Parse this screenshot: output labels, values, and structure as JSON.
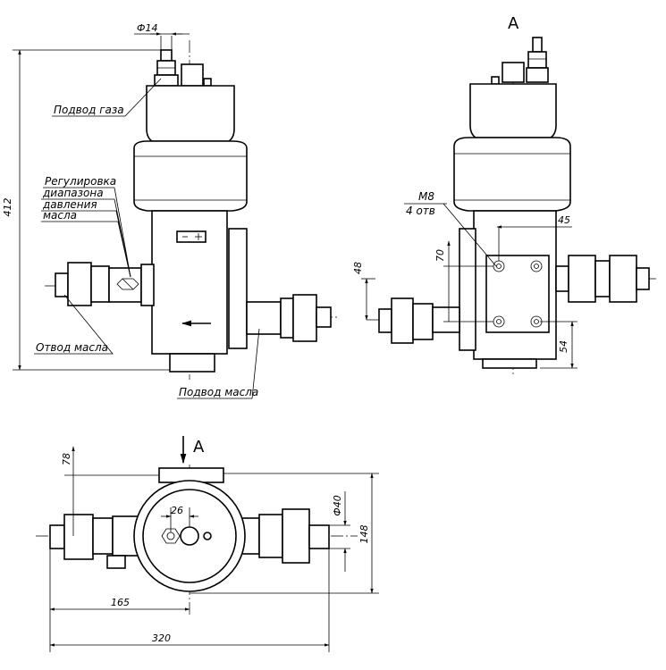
{
  "labels": {
    "gas_inlet": "Подвод газа",
    "adjust_1": "Регулировка",
    "adjust_2": "диапазона",
    "adjust_3": "давления",
    "adjust_4": "масла",
    "oil_outlet": "Отвод масла",
    "oil_inlet": "Подвод масла",
    "thread": "М8",
    "holes": "4 отв",
    "view_a": "А",
    "arrow_a": "А"
  },
  "dimensions": {
    "d14": "Ф14",
    "h412": "412",
    "d45": "45",
    "d70": "70",
    "d48": "48",
    "d54": "54",
    "d78": "78",
    "d26": "26",
    "d40": "Ф40",
    "d148": "148",
    "d165": "165",
    "d320": "320"
  }
}
